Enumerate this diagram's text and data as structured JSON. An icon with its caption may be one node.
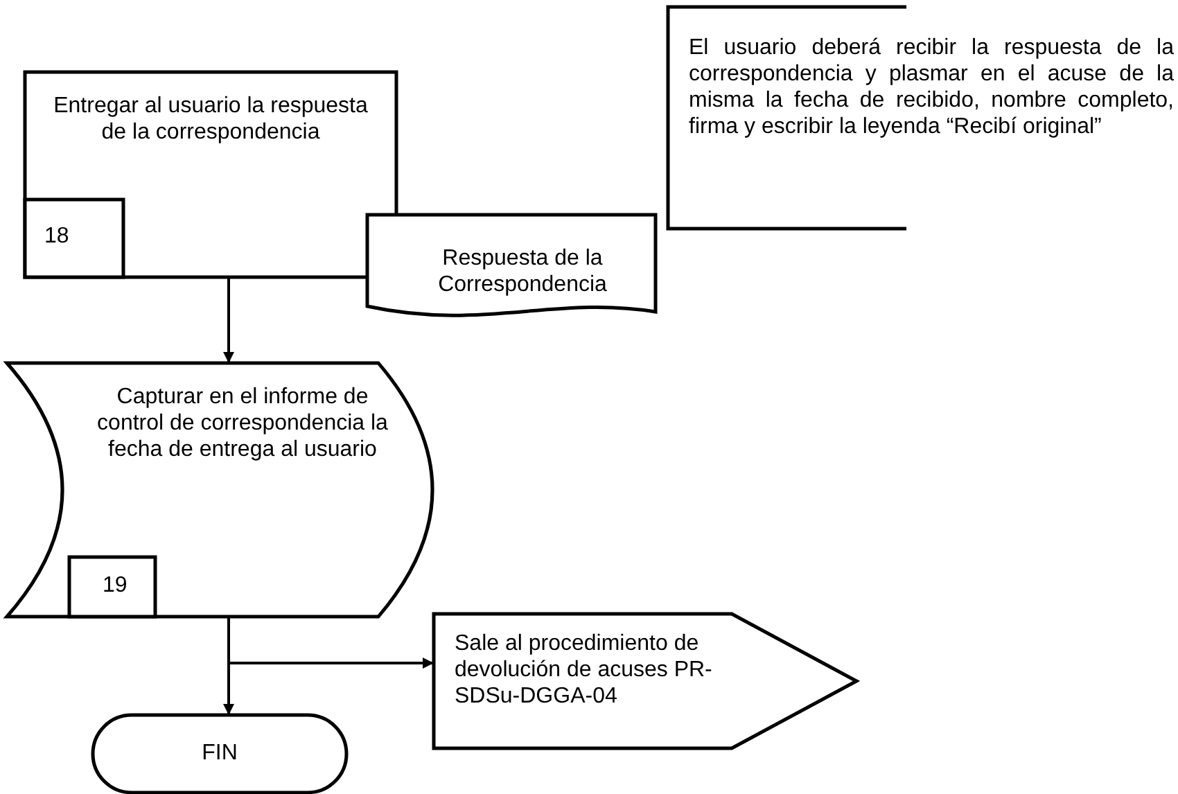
{
  "diagram": {
    "nodes": [
      {
        "text": [
          "Entregar al usuario la respuesta de la correspondencia"
        ]
      },
      {
        "text": [
          "18"
        ],
        "in": 0
      },
      {
        "text": [
          "Respuesta de la Correspondencia"
        ]
      },
      {
        "text": [
          "El usuario deberá recibir la respuesta de la correspondencia y plasmar en el acuse de la misma la fecha de recibido, nombre completo, firma y escribir  la leyenda “Recibí original”"
        ]
      },
      {
        "text": [
          "Capturar en el informe de control de correspondencia la fecha de entrega al usuario"
        ]
      },
      {
        "text": [
          "19"
        ],
        "in": 4
      },
      {
        "text": [
          "Sale al procedimiento de devolución de acuses PR-SDSu-DGGA-04"
        ]
      },
      {
        "text": [
          "FIN"
        ]
      }
    ],
    "edges": [
      {
        "from": 0,
        "to": 4,
        "arrow": "to"
      },
      {
        "from": 4,
        "to": 7,
        "arrow": "to"
      },
      {
        "from": 4,
        "to": 6,
        "arrow": "to"
      }
    ]
  }
}
